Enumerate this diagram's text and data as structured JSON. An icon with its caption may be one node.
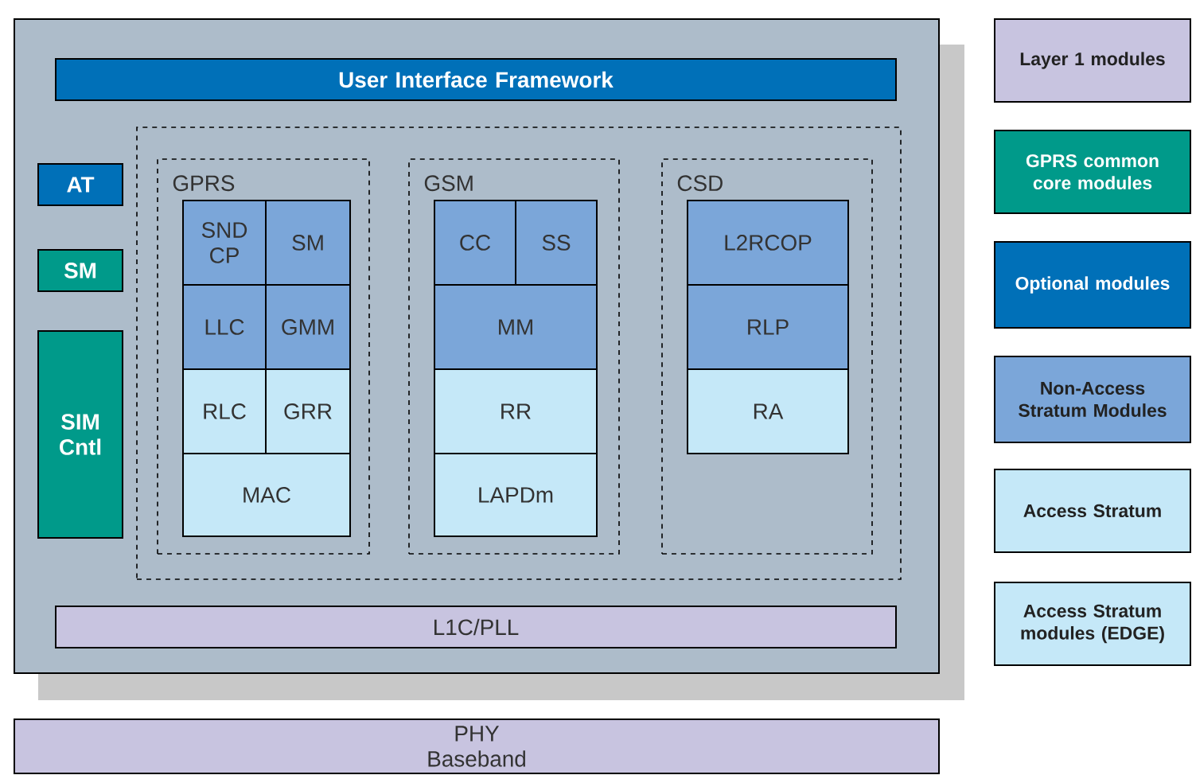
{
  "diagram": {
    "nodes": [
      {
        "text": [],
        "shape": "box"
      },
      {
        "text": [
          "User Interface Framework"
        ],
        "in": 0
      },
      {
        "text": [
          "AT"
        ],
        "in": 0
      },
      {
        "text": [
          "SM"
        ],
        "in": 0
      },
      {
        "text": [
          "SIM Cntl"
        ],
        "in": 0
      },
      {
        "text": [],
        "shape": "box",
        "in": 0
      },
      {
        "text": [
          "GPRS"
        ],
        "in": 5
      },
      {
        "text": [
          "SND CP"
        ],
        "in": 6
      },
      {
        "text": [
          "SM"
        ],
        "in": 6
      },
      {
        "text": [
          "LLC"
        ],
        "in": 6
      },
      {
        "text": [
          "GMM"
        ],
        "in": 6
      },
      {
        "text": [
          "RLC"
        ],
        "in": 6
      },
      {
        "text": [
          "GRR"
        ],
        "in": 6
      },
      {
        "text": [
          "MAC"
        ],
        "in": 6
      },
      {
        "text": [
          "GSM"
        ],
        "in": 5
      },
      {
        "text": [
          "CC"
        ],
        "in": 14
      },
      {
        "text": [
          "SS"
        ],
        "in": 14
      },
      {
        "text": [
          "MM"
        ],
        "in": 14
      },
      {
        "text": [
          "RR"
        ],
        "in": 14
      },
      {
        "text": [
          "LAPDm"
        ],
        "in": 14
      },
      {
        "text": [
          "CSD"
        ],
        "in": 5
      },
      {
        "text": [
          "L2RCOP"
        ],
        "in": 20
      },
      {
        "text": [
          "RLP"
        ],
        "in": 20
      },
      {
        "text": [
          "RA"
        ],
        "in": 20
      },
      {
        "text": [
          "L1C/PLL"
        ],
        "in": 0
      },
      {
        "text": [
          "PHY Baseband"
        ]
      }
    ],
    "legend": [
      {
        "text": "Layer 1 modules",
        "color": "#c8c4e0"
      },
      {
        "text": "GPRS common core modules",
        "color": "#009a8a"
      },
      {
        "text": "Optional modules",
        "color": "#0070b8"
      },
      {
        "text": "Non-Access Stratum Modules",
        "color": "#7ba6d9"
      },
      {
        "text": "Access Stratum",
        "color": "#c5e8f8"
      },
      {
        "text": "Access Stratum modules (EDGE)",
        "color": "#c5e8f8"
      }
    ]
  }
}
